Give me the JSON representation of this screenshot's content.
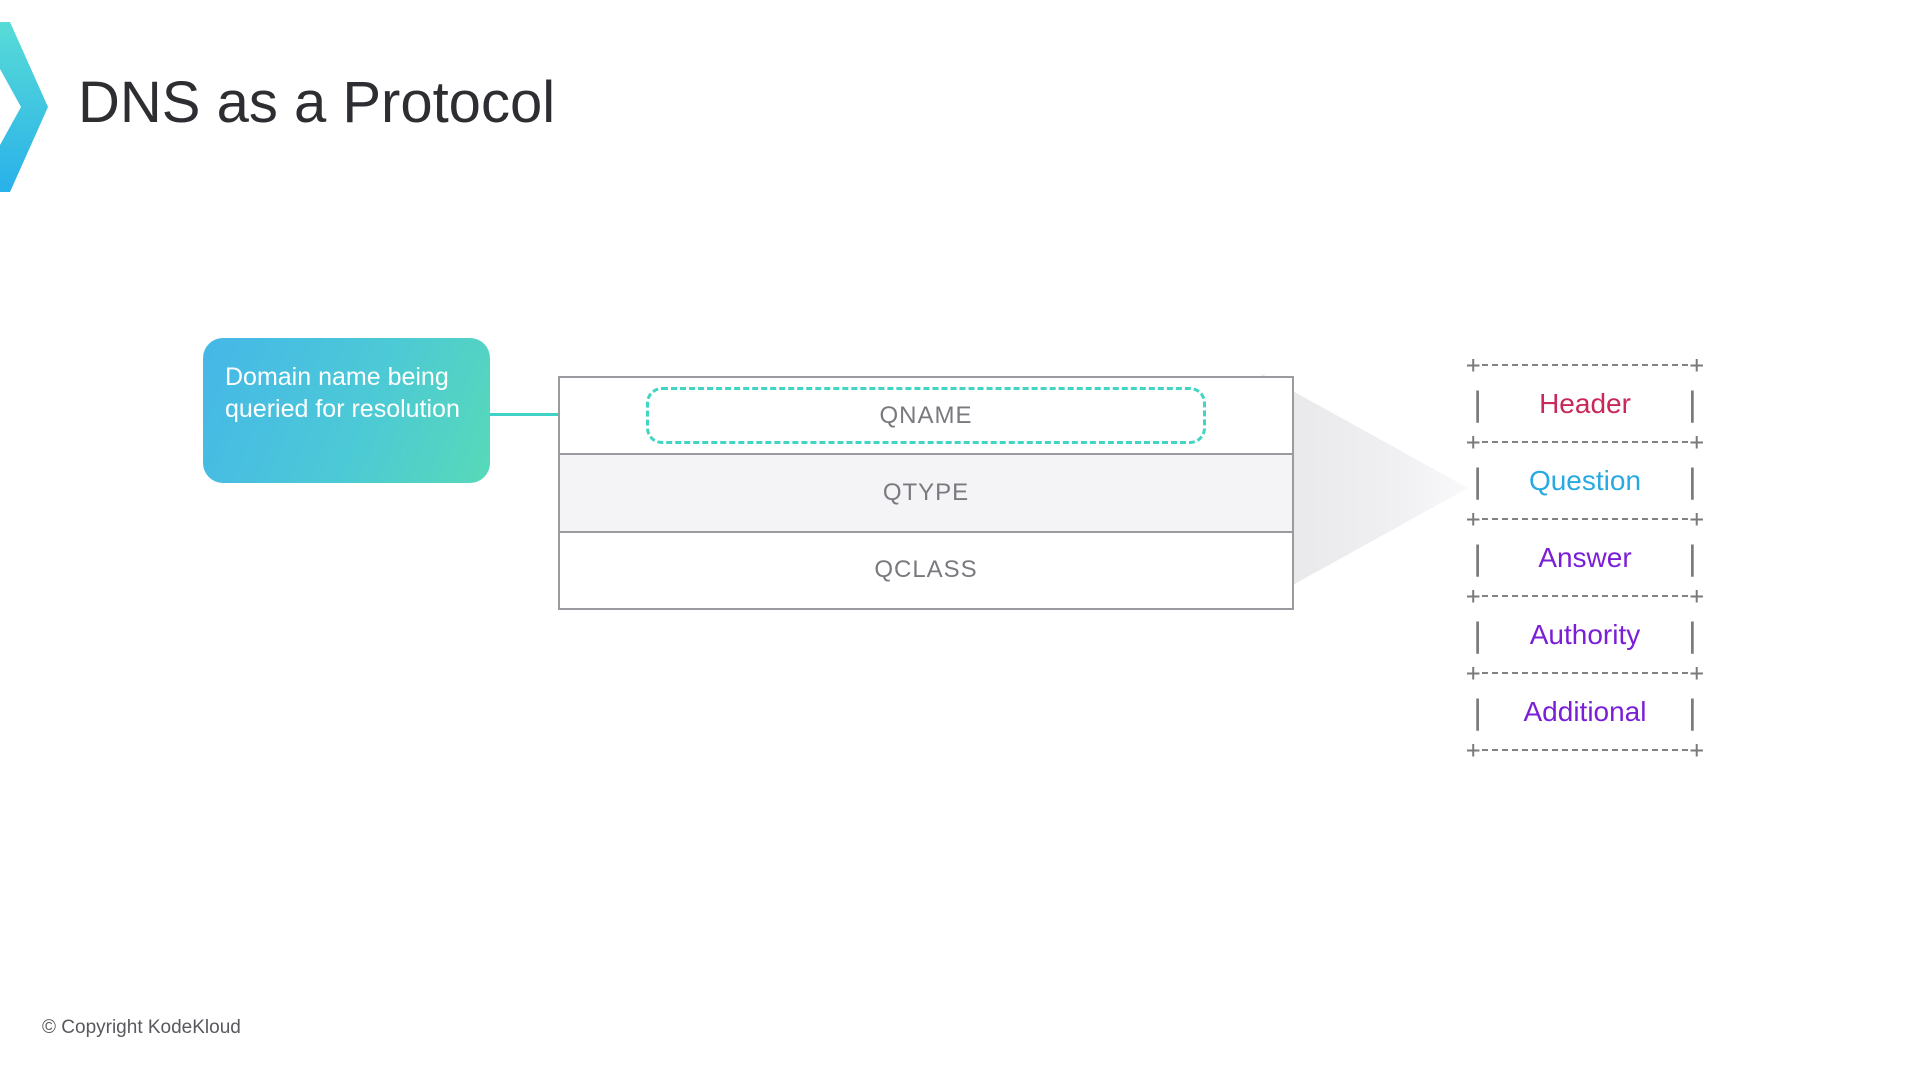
{
  "header": {
    "title": "DNS as a Protocol"
  },
  "callout": {
    "text": "Domain name being queried for resolution"
  },
  "question_table": {
    "rows": [
      {
        "label": "QNAME",
        "highlighted": true
      },
      {
        "label": "QTYPE",
        "highlighted": false
      },
      {
        "label": "QCLASS",
        "highlighted": false
      }
    ]
  },
  "dns_message_structure": {
    "plus": "+",
    "pipe": "|",
    "sections": [
      {
        "label": "Header",
        "color": "#c8285a"
      },
      {
        "label": "Question",
        "color": "#29a9e2"
      },
      {
        "label": "Answer",
        "color": "#7a1fd6"
      },
      {
        "label": "Authority",
        "color": "#7a1fd6"
      },
      {
        "label": "Additional",
        "color": "#7a1fd6"
      }
    ]
  },
  "footer": {
    "copyright": "© Copyright KodeKloud"
  },
  "colors": {
    "accent_teal": "#3ed3c6",
    "callout_gradient_start": "#45b7e8",
    "callout_gradient_end": "#57d9b8",
    "qname_dash_border": "#41d5c4",
    "table_border": "#9b9a9e",
    "table_alt_row_bg": "#f4f3f6",
    "table_text": "#7b7980",
    "ascii_gray": "#7a7a7a",
    "arrow_gray": "#e7e7ea",
    "title_text": "#2e2d32",
    "footer_text": "#5a585e",
    "logo_gradient_top": "#58dbd6",
    "logo_gradient_bottom": "#29b1ea"
  }
}
